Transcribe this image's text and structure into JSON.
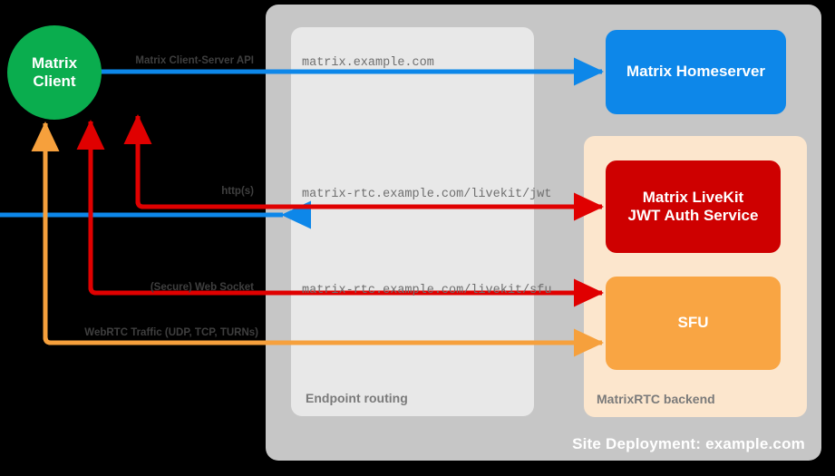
{
  "diagram": {
    "site": {
      "label": "Site Deployment: example.com"
    },
    "routing": {
      "label": "Endpoint routing"
    },
    "rtc": {
      "label": "MatrixRTC backend"
    },
    "client": {
      "line1": "Matrix",
      "line2": "Client"
    },
    "services": [
      {
        "name": "matrix-homeserver",
        "label": "Matrix Homeserver",
        "color": "#0d87e9"
      },
      {
        "name": "jwt-auth-service",
        "line1": "Matrix LiveKit",
        "line2": "JWT Auth Service",
        "color": "#ce0000"
      },
      {
        "name": "sfu",
        "label": "SFU",
        "color": "#f9a543"
      }
    ],
    "endpoints": [
      "matrix.example.com",
      "matrix-rtc.example.com/livekit/jwt",
      "matrix-rtc.example.com/livekit/sfu"
    ],
    "protocols": [
      "Matrix Client-Server API",
      "http(s)",
      "(Secure) Web Socket",
      "WebRTC Traffic (UDP, TCP, TURNs)"
    ],
    "colors": {
      "background": "#000000",
      "site_container": "#c6c6c6",
      "routing_container": "#e8e8e8",
      "rtc_container": "#fce6cd",
      "client_green": "#0aad4e",
      "homeserver_blue": "#0d87e9",
      "jwt_red": "#ce0000",
      "sfu_orange": "#f9a543",
      "arrow_blue": "#0d87e9",
      "arrow_red": "#e00000",
      "arrow_orange": "#f6a03c"
    }
  }
}
